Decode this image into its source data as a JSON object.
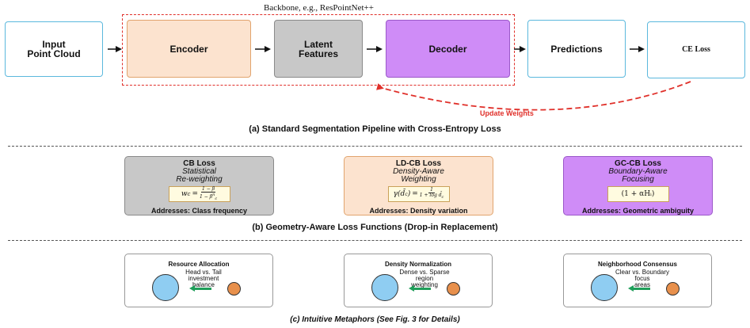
{
  "pipeline": {
    "backbone_label": "Backbone, e.g., ResPointNet++",
    "input_label": "Input\nPoint Cloud",
    "encoder_label": "Encoder",
    "latent_label": "Latent\nFeatures",
    "decoder_label": "Decoder",
    "predictions_label": "Predictions",
    "ce_loss_label": "CE Loss",
    "update_label": "Update Weights",
    "caption": "(a) Standard Segmentation Pipeline with Cross-Entropy Loss"
  },
  "losses": {
    "cb": {
      "title": "CB Loss",
      "subtitle": "Statistical\nRe-weighting",
      "addresses": "Addresses: Class frequency"
    },
    "ld": {
      "title": "LD-CB Loss",
      "subtitle": "Density-Aware\nWeighting",
      "addresses": "Addresses: Density variation"
    },
    "gc": {
      "title": "GC-CB Loss",
      "subtitle": "Boundary-Aware\nFocusing",
      "formula": "(1 + αHᵢ)",
      "addresses": "Addresses: Geometric ambiguity"
    },
    "caption": "(b) Geometry-Aware Loss Functions (Drop-in Replacement)"
  },
  "metaphors": {
    "resource": {
      "title": "Resource Allocation",
      "subtitle": "Head vs. Tail\ninvestment\nbalance"
    },
    "density": {
      "title": "Density Normalization",
      "subtitle": "Dense vs. Sparse\nregion\nweighting"
    },
    "neighborhood": {
      "title": "Neighborhood Consensus",
      "subtitle": "Clear vs. Boundary\nfocus\nareas"
    },
    "caption": "(c) Intuitive Metaphors (See Fig. 3 for Details)"
  },
  "colors": {
    "encoder": "#fce3cf",
    "latent": "#c8c8c8",
    "decoder": "#cf8cf7",
    "accent_red": "#e0302a",
    "border_blue": "#5bb8dd"
  }
}
